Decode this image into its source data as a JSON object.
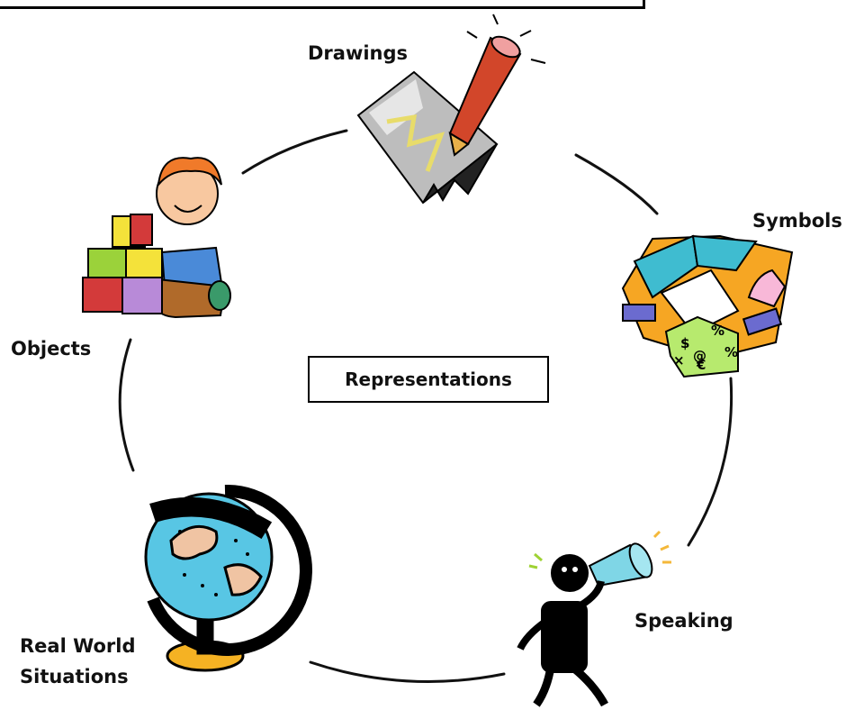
{
  "center_label": "Representations",
  "nodes": {
    "drawings": "Drawings",
    "symbols": "Symbols",
    "speaking": "Speaking",
    "real_world_line1": "Real World",
    "real_world_line2": "Situations",
    "objects": "Objects"
  },
  "icons": {
    "drawings": "pencil-paper-icon",
    "symbols": "book-symbols-icon",
    "speaking": "megaphone-person-icon",
    "real_world": "globe-icon",
    "objects": "child-blocks-icon"
  }
}
